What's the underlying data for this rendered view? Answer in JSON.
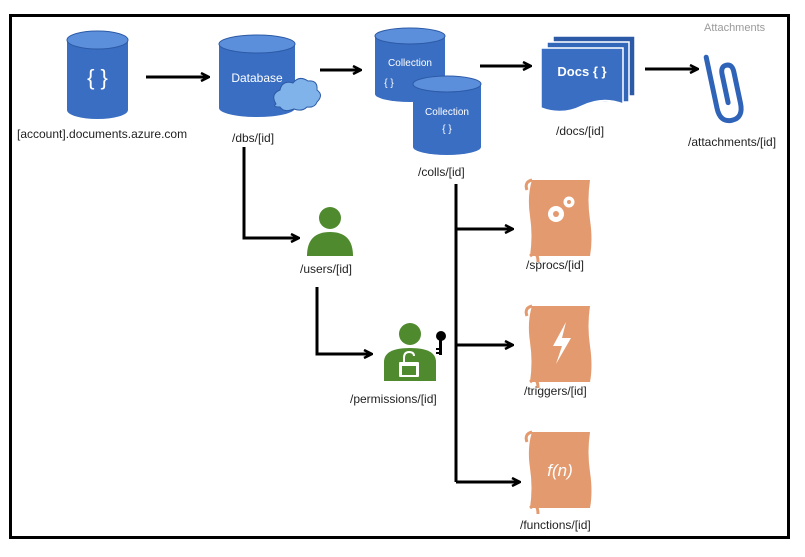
{
  "diagram": {
    "corner_tag": "Attachments",
    "colors": {
      "blue": "#3a6ec2",
      "blue_dark": "#2c5aa6",
      "blue_top": "#5c8fdb",
      "green": "#4f8a2e",
      "orange": "#e39a6f",
      "arrow": "#000000",
      "clip": "#2e63b8",
      "cloud": "#7fb3ea"
    },
    "nodes": {
      "account": {
        "icon_text": "{ }",
        "label": "[account].documents.azure.com",
        "icon": "database-cylinder-icon"
      },
      "database": {
        "icon_text": "Database",
        "label": "/dbs/[id]",
        "icon": "database-cylinder-icon"
      },
      "collection_back": {
        "title": "Collection",
        "braces": "{ }"
      },
      "collection_front": {
        "title": "Collection",
        "braces": "{ }",
        "label": "/colls/[id]"
      },
      "docs": {
        "icon_text": "Docs { }",
        "label": "/docs/[id]",
        "icon": "document-stack-icon"
      },
      "attachments": {
        "label": "/attachments/[id]",
        "icon": "paperclip-icon"
      },
      "users": {
        "label": "/users/[id]",
        "icon": "user-icon"
      },
      "permissions": {
        "label": "/permissions/[id]",
        "icon": "user-lock-key-icon"
      },
      "sprocs": {
        "label": "/sprocs/[id]",
        "icon": "scroll-gears-icon"
      },
      "triggers": {
        "label": "/triggers/[id]",
        "icon": "scroll-lightning-icon"
      },
      "functions": {
        "icon_text": "f(n)",
        "label": "/functions/[id]",
        "icon": "scroll-function-icon"
      }
    }
  }
}
